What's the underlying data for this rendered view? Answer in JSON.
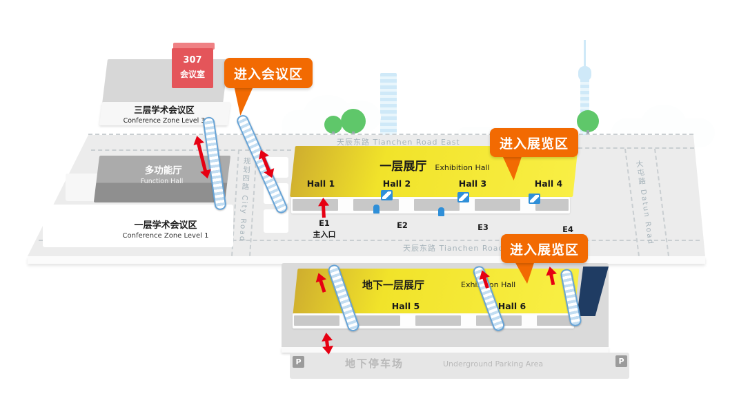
{
  "roads": {
    "tianchen_top": "天辰东路 Tianchen Road East",
    "tianchen_bottom": "天辰东路 Tianchen Road East",
    "city_road": "规划四路 City Road",
    "datun_road": "大屯路 Datun Road"
  },
  "conference": {
    "room307_line1": "307",
    "room307_line2": "会议室",
    "level3_zh": "三层学术会议区",
    "level3_en": "Conference Zone Level 3",
    "function_hall_zh": "多功能厅",
    "function_hall_en": "Function Hall",
    "level1_zh": "一层学术会议区",
    "level1_en": "Conference Zone Level 1"
  },
  "exhibition_l1": {
    "title_zh": "一层展厅",
    "title_en": "Exhibition Hall",
    "halls": [
      "Hall 1",
      "Hall 2",
      "Hall 3",
      "Hall 4"
    ],
    "entrances": [
      {
        "id": "E1",
        "note": "主入口"
      },
      {
        "id": "E2"
      },
      {
        "id": "E3"
      },
      {
        "id": "E4"
      }
    ]
  },
  "exhibition_b1": {
    "title_zh": "地下一层展厅",
    "title_en": "Exhibition Hall",
    "halls": [
      "Hall 5",
      "Hall 6"
    ]
  },
  "parking": {
    "label_zh": "地下停车场",
    "label_en": "Underground Parking Area",
    "icon": "P"
  },
  "callouts": {
    "enter_conference": "进入会议区",
    "enter_exhibition_l1": "进入展览区",
    "enter_exhibition_b1": "进入展览区"
  },
  "colors": {
    "callout_orange": "#f26a02",
    "hall_yellow": "#f3e52b",
    "room307_red": "#e4555a",
    "arrow_red": "#e60012",
    "escalator_blue": "#66a3d6",
    "skyline_blue": "#cfe9f8",
    "tree_green": "#5fc76a",
    "parking_gray": "#b5b5b5"
  }
}
